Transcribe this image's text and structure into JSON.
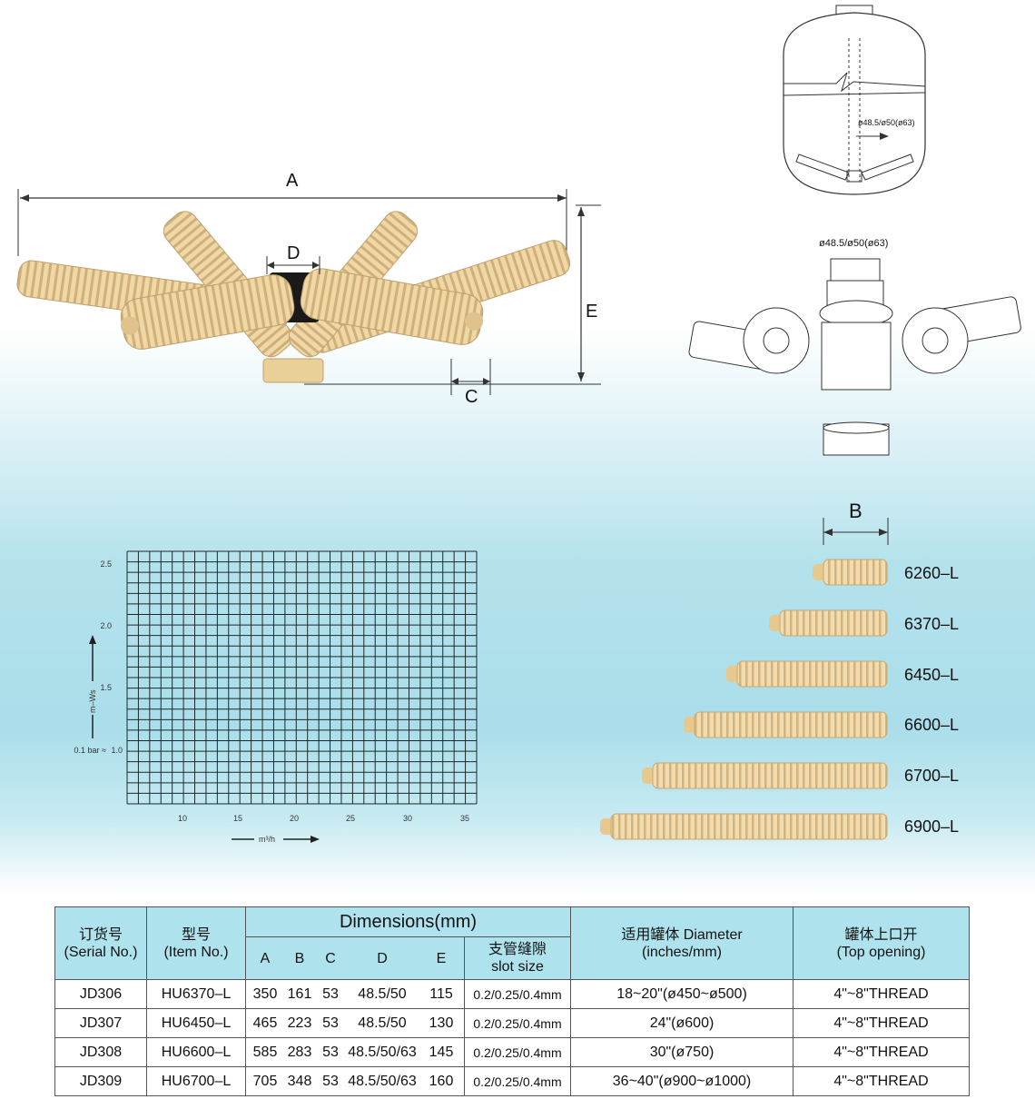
{
  "assembly_labels": {
    "A": "A",
    "B": "B",
    "C": "C",
    "D": "D",
    "E": "E"
  },
  "tank_diagram": {
    "pipe_label": "ø48.5/ø50(ø63)"
  },
  "exploded_diagram": {
    "coupling_label": "ø48.5/ø50(ø63)"
  },
  "laterals": [
    {
      "name": "6260–L"
    },
    {
      "name": "6370–L"
    },
    {
      "name": "6450–L"
    },
    {
      "name": "6600–L"
    },
    {
      "name": "6700–L"
    },
    {
      "name": "6900–L"
    }
  ],
  "grid_chart": {
    "y_ticks": [
      "2.5",
      "2.0",
      "1.5",
      "1.0"
    ],
    "x_ticks": [
      "10",
      "15",
      "20",
      "25",
      "30",
      "35"
    ],
    "y_axis_label": "m–Ws",
    "bar_note": "0.1 bar ≈",
    "x_axis_label": "m³/h"
  },
  "table": {
    "headers": {
      "serial_cn": "订货号",
      "serial_en": "(Serial No.)",
      "item_cn": "型号",
      "item_en": "(Item No.)",
      "dimensions": "Dimensions(mm)",
      "A": "A",
      "B": "B",
      "C": "C",
      "D": "D",
      "E": "E",
      "slot_cn": "支管缝隙",
      "slot_en": "slot size",
      "diameter_line1": "适用罐体 Diameter",
      "diameter_line2": "(inches/mm)",
      "opening_cn": "罐体上口开",
      "opening_en": "(Top opening)"
    },
    "rows": [
      {
        "serial": "JD306",
        "item": "HU6370–L",
        "A": "350",
        "B": "161",
        "C": "53",
        "D": "48.5/50",
        "E": "115",
        "slot": "0.2/0.25/0.4mm",
        "diameter": "18~20\"(ø450~ø500)",
        "opening": "4\"~8\"THREAD"
      },
      {
        "serial": "JD307",
        "item": "HU6450–L",
        "A": "465",
        "B": "223",
        "C": "53",
        "D": "48.5/50",
        "E": "130",
        "slot": "0.2/0.25/0.4mm",
        "diameter": "24\"(ø600)",
        "opening": "4\"~8\"THREAD"
      },
      {
        "serial": "JD308",
        "item": "HU6600–L",
        "A": "585",
        "B": "283",
        "C": "53",
        "D": "48.5/50/63",
        "E": "145",
        "slot": "0.2/0.25/0.4mm",
        "diameter": "30\"(ø750)",
        "opening": "4\"~8\"THREAD"
      },
      {
        "serial": "JD309",
        "item": "HU6700–L",
        "A": "705",
        "B": "348",
        "C": "53",
        "D": "48.5/50/63",
        "E": "160",
        "slot": "0.2/0.25/0.4mm",
        "diameter": "36~40\"(ø900~ø1000)",
        "opening": "4\"~8\"THREAD"
      }
    ]
  },
  "colors": {
    "lateral": "#ecd3a0",
    "lateral_dark": "#d2b27a",
    "hub": "#1a1a1a",
    "table_header": "#aee3ee",
    "background_mid": "#aadeea"
  }
}
